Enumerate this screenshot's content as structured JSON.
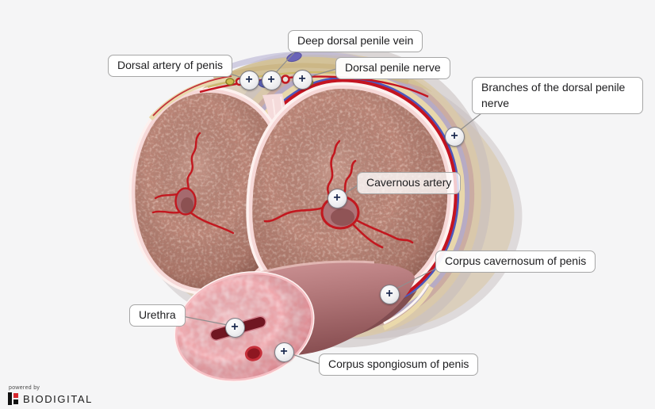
{
  "pin_glyph": "+",
  "labels": [
    {
      "id": "deep-dorsal-penile-vein",
      "text": "Deep dorsal penile vein"
    },
    {
      "id": "dorsal-artery-of-penis",
      "text": "Dorsal artery of penis"
    },
    {
      "id": "dorsal-penile-nerve",
      "text": "Dorsal penile nerve"
    },
    {
      "id": "branches-of-the-dorsal-penile-nerve",
      "text": "Branches of the dorsal penile nerve"
    },
    {
      "id": "cavernous-artery",
      "text": "Cavernous artery"
    },
    {
      "id": "corpus-cavernosum-of-penis",
      "text": "Corpus cavernosum of penis"
    },
    {
      "id": "urethra",
      "text": "Urethra"
    },
    {
      "id": "corpus-spongiosum-of-penis",
      "text": "Corpus spongiosum of penis"
    }
  ],
  "branding": {
    "powered_by": "powered by",
    "name": "BIODIGITAL"
  },
  "colors": {
    "background": "#f5f5f6",
    "label_border": "#a6a6a6",
    "label_text": "#1d1d1f",
    "pin_plus": "#1d2b50",
    "artery_red": "#c2181f",
    "vein_blue": "#5a5fb5",
    "nerve_yellow": "#cdbb4e",
    "cavernosum_tissue": "#bd8476",
    "spongiosum_pink": "#f1a7ac"
  }
}
